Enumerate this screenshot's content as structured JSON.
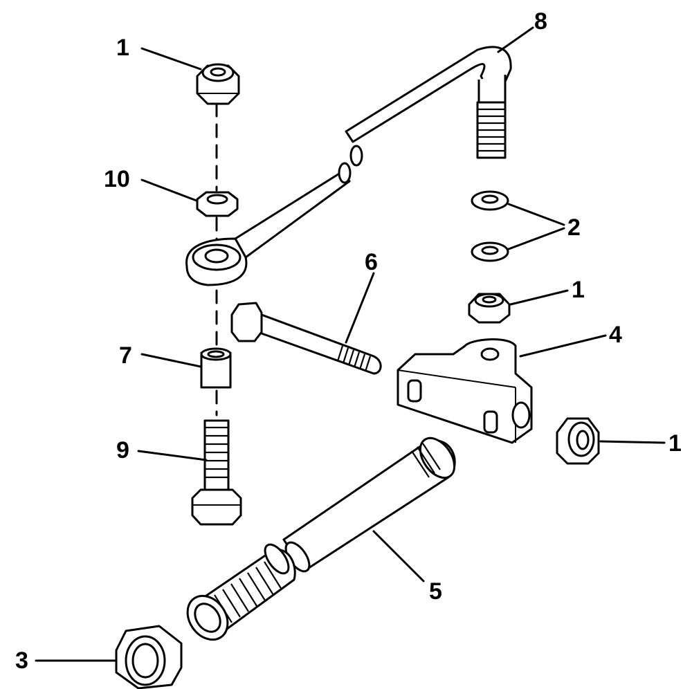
{
  "callouts": {
    "c1a": "1",
    "c8": "8",
    "c10": "10",
    "c2": "2",
    "c6": "6",
    "c1b": "1",
    "c4": "4",
    "c7": "7",
    "c1c": "1",
    "c9": "9",
    "c5": "5",
    "c3": "3"
  }
}
